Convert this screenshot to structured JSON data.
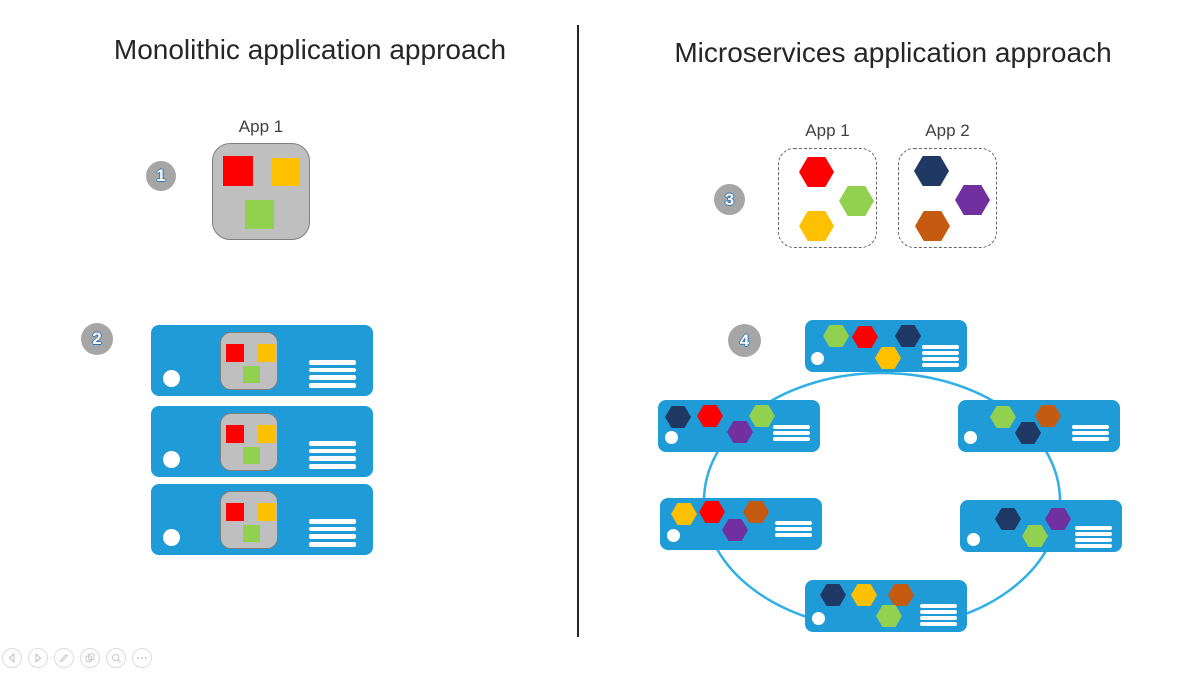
{
  "titles": {
    "left": "Monolithic application approach",
    "right": "Microservices application approach"
  },
  "steps": [
    "1",
    "2",
    "3",
    "4"
  ],
  "left": {
    "app_label": "App 1",
    "monolith_blocks": [
      "red",
      "yellow",
      "green"
    ],
    "servers": [
      {
        "blocks": [
          "red",
          "yellow",
          "green"
        ],
        "lines": 4
      },
      {
        "blocks": [
          "red",
          "yellow",
          "green"
        ],
        "lines": 4
      },
      {
        "blocks": [
          "red",
          "yellow",
          "green"
        ],
        "lines": 4
      }
    ]
  },
  "right": {
    "apps": [
      {
        "label": "App 1",
        "hexes": [
          "red",
          "green",
          "yellow"
        ]
      },
      {
        "label": "App 2",
        "hexes": [
          "navy",
          "purple",
          "brown"
        ]
      }
    ],
    "ring": [
      {
        "position": "top",
        "hexes": [
          "green",
          "red",
          "navy",
          "yellow"
        ],
        "lines": 4
      },
      {
        "position": "upper-left",
        "hexes": [
          "navy",
          "red",
          "purple",
          "green"
        ],
        "lines": 3
      },
      {
        "position": "upper-right",
        "hexes": [
          "green",
          "navy",
          "brown"
        ],
        "lines": 3
      },
      {
        "position": "lower-left",
        "hexes": [
          "yellow",
          "red",
          "purple",
          "brown"
        ],
        "lines": 3
      },
      {
        "position": "lower-right",
        "hexes": [
          "navy",
          "green",
          "purple"
        ],
        "lines": 4
      },
      {
        "position": "bottom",
        "hexes": [
          "navy",
          "yellow",
          "brown",
          "green"
        ],
        "lines": 4
      }
    ]
  },
  "toolbar": {
    "icons": [
      "previous-slide-icon",
      "next-slide-icon",
      "pen-icon",
      "see-all-slides-icon",
      "zoom-icon",
      "more-options-icon"
    ]
  },
  "colors": {
    "red": "#fe0000",
    "yellow": "#ffc000",
    "green": "#92d050",
    "navy": "#1f3864",
    "purple": "#7030a0",
    "brown": "#c55a11",
    "server_blue": "#1f9bd7",
    "ring_stroke": "#31b0e6",
    "step_circle": "#a6a6a6",
    "monolith_gray": "#bfbfbf",
    "monolith_border": "#7f7f7f"
  }
}
